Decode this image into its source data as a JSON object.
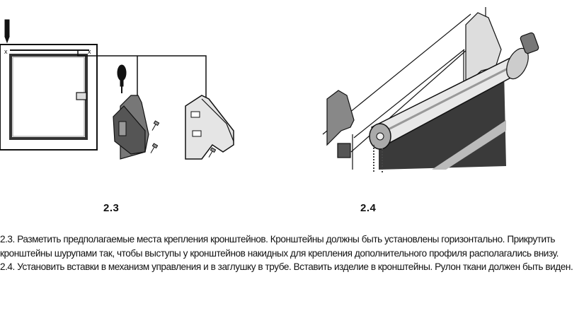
{
  "figures": [
    {
      "caption": "2.3",
      "icons": [
        "pencil-icon",
        "screwdriver-icon",
        "bracket-icon",
        "screw-icon"
      ]
    },
    {
      "caption": "2.4",
      "icons": [
        "bracket-icon",
        "roller-tube-icon",
        "end-cap-icon",
        "chain-icon"
      ]
    }
  ],
  "instructions": [
    "2.3. Разметить предполагаемые места крепления кронштейнов. Кронштейны должны быть установлены горизонтально. Прикрутить кронштейны шурупами так, чтобы выступы у кронштейнов накидных для крепления дополнительного профиля располагались внизу.",
    "2.4. Установить вставки в механизм управления и в заглушку в трубе. Вставить изделие в кронштейны. Рулон ткани должен быть виден."
  ],
  "colors": {
    "ink": "#111111",
    "shade": "#555555",
    "fabric": "#3a3a3a"
  }
}
